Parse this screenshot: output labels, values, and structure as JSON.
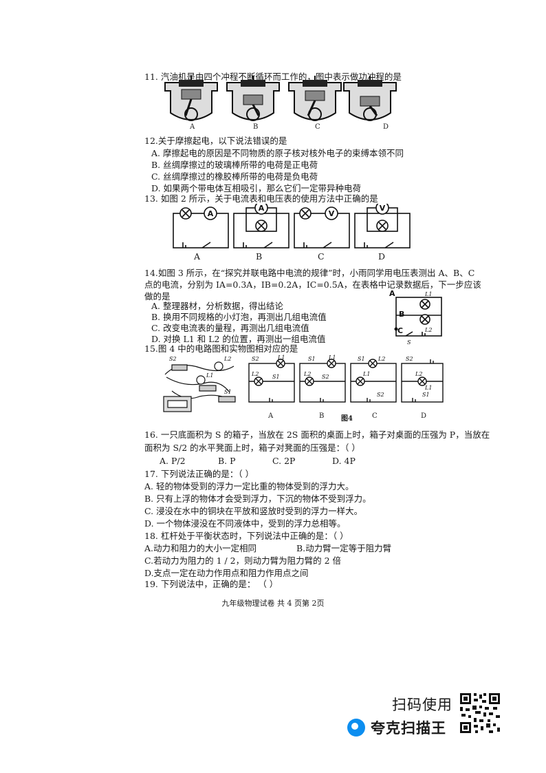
{
  "q11": {
    "text": "11. 汽油机是由四个冲程不断循环而工作的，图中表示做功冲程的是",
    "labels": [
      "A",
      "B",
      "C",
      "D"
    ]
  },
  "q12": {
    "text": "12.关于摩擦起电，以下说法错误的是",
    "options": [
      "A. 摩擦起电的原因是不同物质的原子核对核外电子的束缚本领不同",
      "B. 丝绸摩擦过的玻璃棒所带的电荷是正电荷",
      "C. 丝绸摩擦过的橡胶棒所带的电荷是负电荷",
      "D. 如果两个带电体互相吸引，那么它们一定带异种电荷"
    ]
  },
  "q13": {
    "text": "13. 如图 2 所示，关于电流表和电压表的使用方法中正确的是",
    "labels": [
      "A",
      "B",
      "C",
      "D"
    ],
    "meters": [
      "A",
      "A",
      "V",
      "V"
    ]
  },
  "q14": {
    "line1": "14.如图 3 所示，在“探究并联电路中电流的规律”时，小雨同学用电压表测出 A、B、C",
    "line2": "点的电流，分别为 IA=0.3A，IB=0.2A，IC=0.5A，在表格中记录数据后，下一步应该",
    "line3": "做的是",
    "options": [
      "A. 整理器材，分析数据，得出结论",
      "B. 换用不同规格的小灯泡，再测出几组电流值",
      "C. 改变电流表的量程，再测出几组电流值",
      "D. 对换 L1 和 L2 的位置，再测出一组电流值"
    ],
    "fig_labels": {
      "a": "A",
      "b": "B",
      "c": "C",
      "l1": "L1",
      "l2": "L2",
      "s": "S"
    }
  },
  "q15": {
    "text": "15.图 4 中的电路图和实物图相对应的是",
    "labels": [
      "A",
      "B",
      "C",
      "D"
    ],
    "fig_caption": "图4",
    "real_labels": {
      "s2": "S2",
      "l2": "L2",
      "l1": "L1",
      "s1": "S1"
    },
    "circuit_labels": [
      "S2",
      "L1",
      "L2",
      "S1",
      "S1",
      "L1",
      "L2",
      "S2",
      "S1",
      "L2",
      "L1",
      "S2",
      "S2",
      "L2",
      "L1",
      "S1"
    ]
  },
  "q16": {
    "line1": "16. 一只底面积为 S 的箱子，当放在 2S 面积的桌面上时，箱子对桌面的压强为 P，当放在",
    "line2": "面积为 S/2 的水平凳面上时，箱子对凳面的压强是：（        ）",
    "options": [
      "A. P/2",
      "B. P",
      "C. 2P",
      "D. 4P"
    ]
  },
  "q17": {
    "text": "17. 下列说法正确的是：（        ）",
    "options": [
      "A. 轻的物体受到的浮力一定比重的物体受到的浮力大。",
      "B. 只有上浮的物体才会受到浮力，下沉的物体不受到浮力。",
      "C. 浸没在水中的铜块在平放和竖放时受到的浮力一样大。",
      "D. 一个物体浸没在不同液体中，受到的浮力总相等。"
    ]
  },
  "q18": {
    "text": "18. 杠杆处于平衡状态时，下列说法中正确的是：（        ）",
    "options": [
      "A.动力和阻力的大小一定相同",
      "B.动力臂一定等于阻力臂",
      "C.若动力为阻力的 1 / 2，则动力臂为阻力臂的 2 倍",
      "D.支点一定在动力作用点和阻力作用点之间"
    ]
  },
  "q19": {
    "text": "19. 下列说法中，正确的是：            （        ）"
  },
  "footer": "九年级物理试卷    共 4 页第 2页",
  "scan": {
    "text": "扫码使用",
    "brand": "夸克扫描王"
  }
}
